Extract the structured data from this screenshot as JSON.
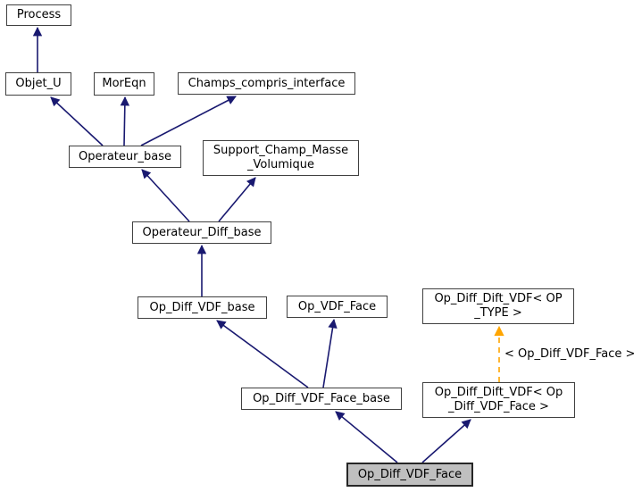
{
  "diagram": {
    "kind": "class-inheritance-graph",
    "current_class": "Op_Diff_VDF_Face",
    "nodes": {
      "process": {
        "label": "Process"
      },
      "objet_u": {
        "label": "Objet_U"
      },
      "moreqn": {
        "label": "MorEqn"
      },
      "champs_compris_interface": {
        "label": "Champs_compris_interface"
      },
      "operateur_base": {
        "label": "Operateur_base"
      },
      "support_champ_masse_volumique": {
        "label": "Support_Champ_Masse\n_Volumique"
      },
      "operateur_diff_base": {
        "label": "Operateur_Diff_base"
      },
      "op_diff_vdf_base": {
        "label": "Op_Diff_VDF_base"
      },
      "op_vdf_face": {
        "label": "Op_VDF_Face"
      },
      "op_diff_dift_vdf_op_type": {
        "label": "Op_Diff_Dift_VDF< OP\n_TYPE >"
      },
      "op_diff_vdf_face_base": {
        "label": "Op_Diff_VDF_Face_base"
      },
      "op_diff_dift_vdf_op_diff_vdf_face": {
        "label": "Op_Diff_Dift_VDF< Op\n_Diff_VDF_Face >"
      },
      "op_diff_vdf_face": {
        "label": "Op_Diff_VDF_Face"
      }
    },
    "template_edge_label": "< Op_Diff_VDF_Face >",
    "colors": {
      "inheritance_arrow": "#191970",
      "template_arrow": "#ffa500",
      "node_border": "#404040",
      "current_node_fill": "#bfbfbf",
      "background": "#ffffff",
      "text": "#000000"
    }
  }
}
